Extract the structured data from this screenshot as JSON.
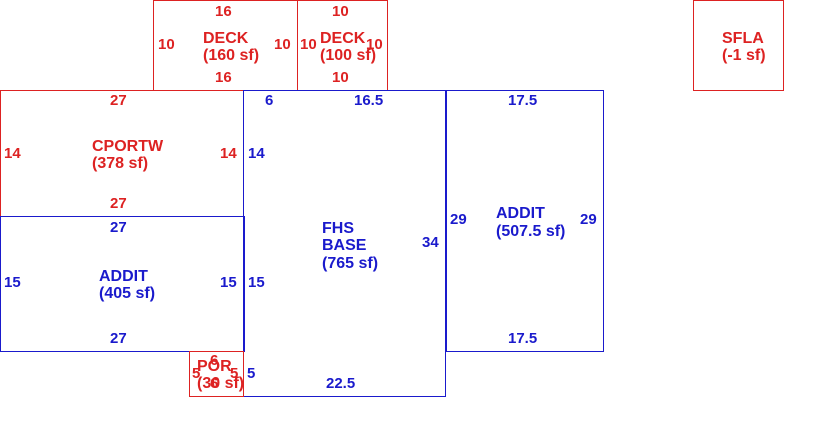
{
  "colors": {
    "red": "#dd2222",
    "blue": "#1a1acc"
  },
  "deck_left": {
    "name": "DECK",
    "area": "(160 sf)",
    "top": "16",
    "bottom": "16",
    "left": "10",
    "right": "10"
  },
  "deck_right": {
    "name": "DECK",
    "area": "(100 sf)",
    "top": "10",
    "bottom": "10",
    "left": "10",
    "right": "10"
  },
  "sfla": {
    "name": "SFLA",
    "area": "(-1 sf)"
  },
  "cportw": {
    "name": "CPORTW",
    "area": "(378 sf)",
    "top": "27",
    "bottom": "27",
    "left": "14",
    "right": "14"
  },
  "addit_left": {
    "name": "ADDIT",
    "area": "(405 sf)",
    "top": "27",
    "bottom": "27",
    "left": "15",
    "right": "15"
  },
  "fhs_base": {
    "line1": "FHS",
    "line2": "BASE",
    "area": "(765 sf)",
    "top_left": "6",
    "top": "16.5",
    "left_top": "14",
    "left_bottom": "15",
    "right": "34",
    "bottom": "22.5",
    "bottom_left": "5"
  },
  "addit_right": {
    "name": "ADDIT",
    "area": "(507.5 sf)",
    "top": "17.5",
    "bottom": "17.5",
    "left": "29",
    "right": "29"
  },
  "por": {
    "name": "POR",
    "area": "(30 sf)",
    "top": "6",
    "bottom": "6",
    "left": "5",
    "right": "5"
  }
}
